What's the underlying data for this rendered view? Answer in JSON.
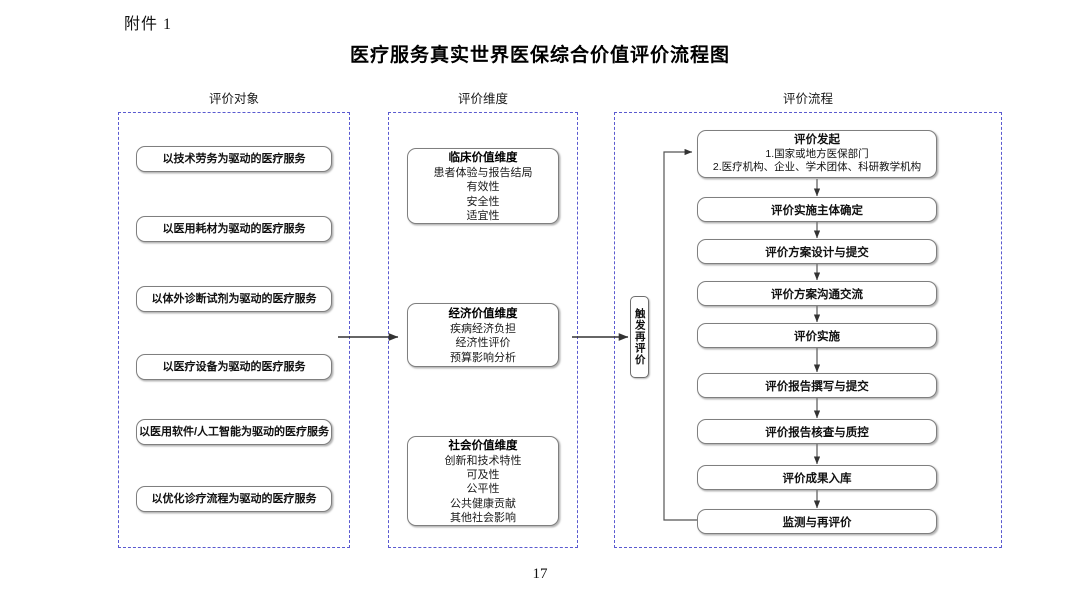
{
  "document": {
    "attachment_label": "附件 1",
    "title": "医疗服务真实世界医保综合价值评价流程图",
    "page_number": "17"
  },
  "columns": {
    "objects_header": "评价对象",
    "dimensions_header": "评价维度",
    "process_header": "评价流程"
  },
  "evaluation_objects": [
    {
      "label": "以技术劳务为驱动的医疗服务"
    },
    {
      "label": "以医用耗材为驱动的医疗服务"
    },
    {
      "label": "以体外诊断试剂为驱动的医疗服务"
    },
    {
      "label": "以医疗设备为驱动的医疗服务"
    },
    {
      "label": "以医用软件/人工智能为驱动的医疗服务"
    },
    {
      "label": "以优化诊疗流程为驱动的医疗服务"
    }
  ],
  "evaluation_dimensions": [
    {
      "title": "临床价值维度",
      "items": [
        "患者体验与报告结局",
        "有效性",
        "安全性",
        "适宜性"
      ]
    },
    {
      "title": "经济价值维度",
      "items": [
        "疾病经济负担",
        "经济性评价",
        "预算影响分析"
      ]
    },
    {
      "title": "社会价值维度",
      "items": [
        "创新和技术特性",
        "可及性",
        "公平性",
        "公共健康贡献",
        "其他社会影响"
      ]
    }
  ],
  "evaluation_process": [
    {
      "title": "评价发起",
      "sublines": [
        "1.国家或地方医保部门",
        "2.医疗机构、企业、学术团体、科研教学机构"
      ]
    },
    {
      "title": "评价实施主体确定",
      "sublines": []
    },
    {
      "title": "评价方案设计与提交",
      "sublines": []
    },
    {
      "title": "评价方案沟通交流",
      "sublines": []
    },
    {
      "title": "评价实施",
      "sublines": []
    },
    {
      "title": "评价报告撰写与提交",
      "sublines": []
    },
    {
      "title": "评价报告核查与质控",
      "sublines": []
    },
    {
      "title": "评价成果入库",
      "sublines": []
    },
    {
      "title": "监测与再评价",
      "sublines": []
    }
  ],
  "trigger": {
    "label": "触发再评价"
  },
  "colors": {
    "lane_border": "#5a5ad0",
    "node_border": "#7f7f7f",
    "connector": "#333333",
    "text": "#111111"
  }
}
